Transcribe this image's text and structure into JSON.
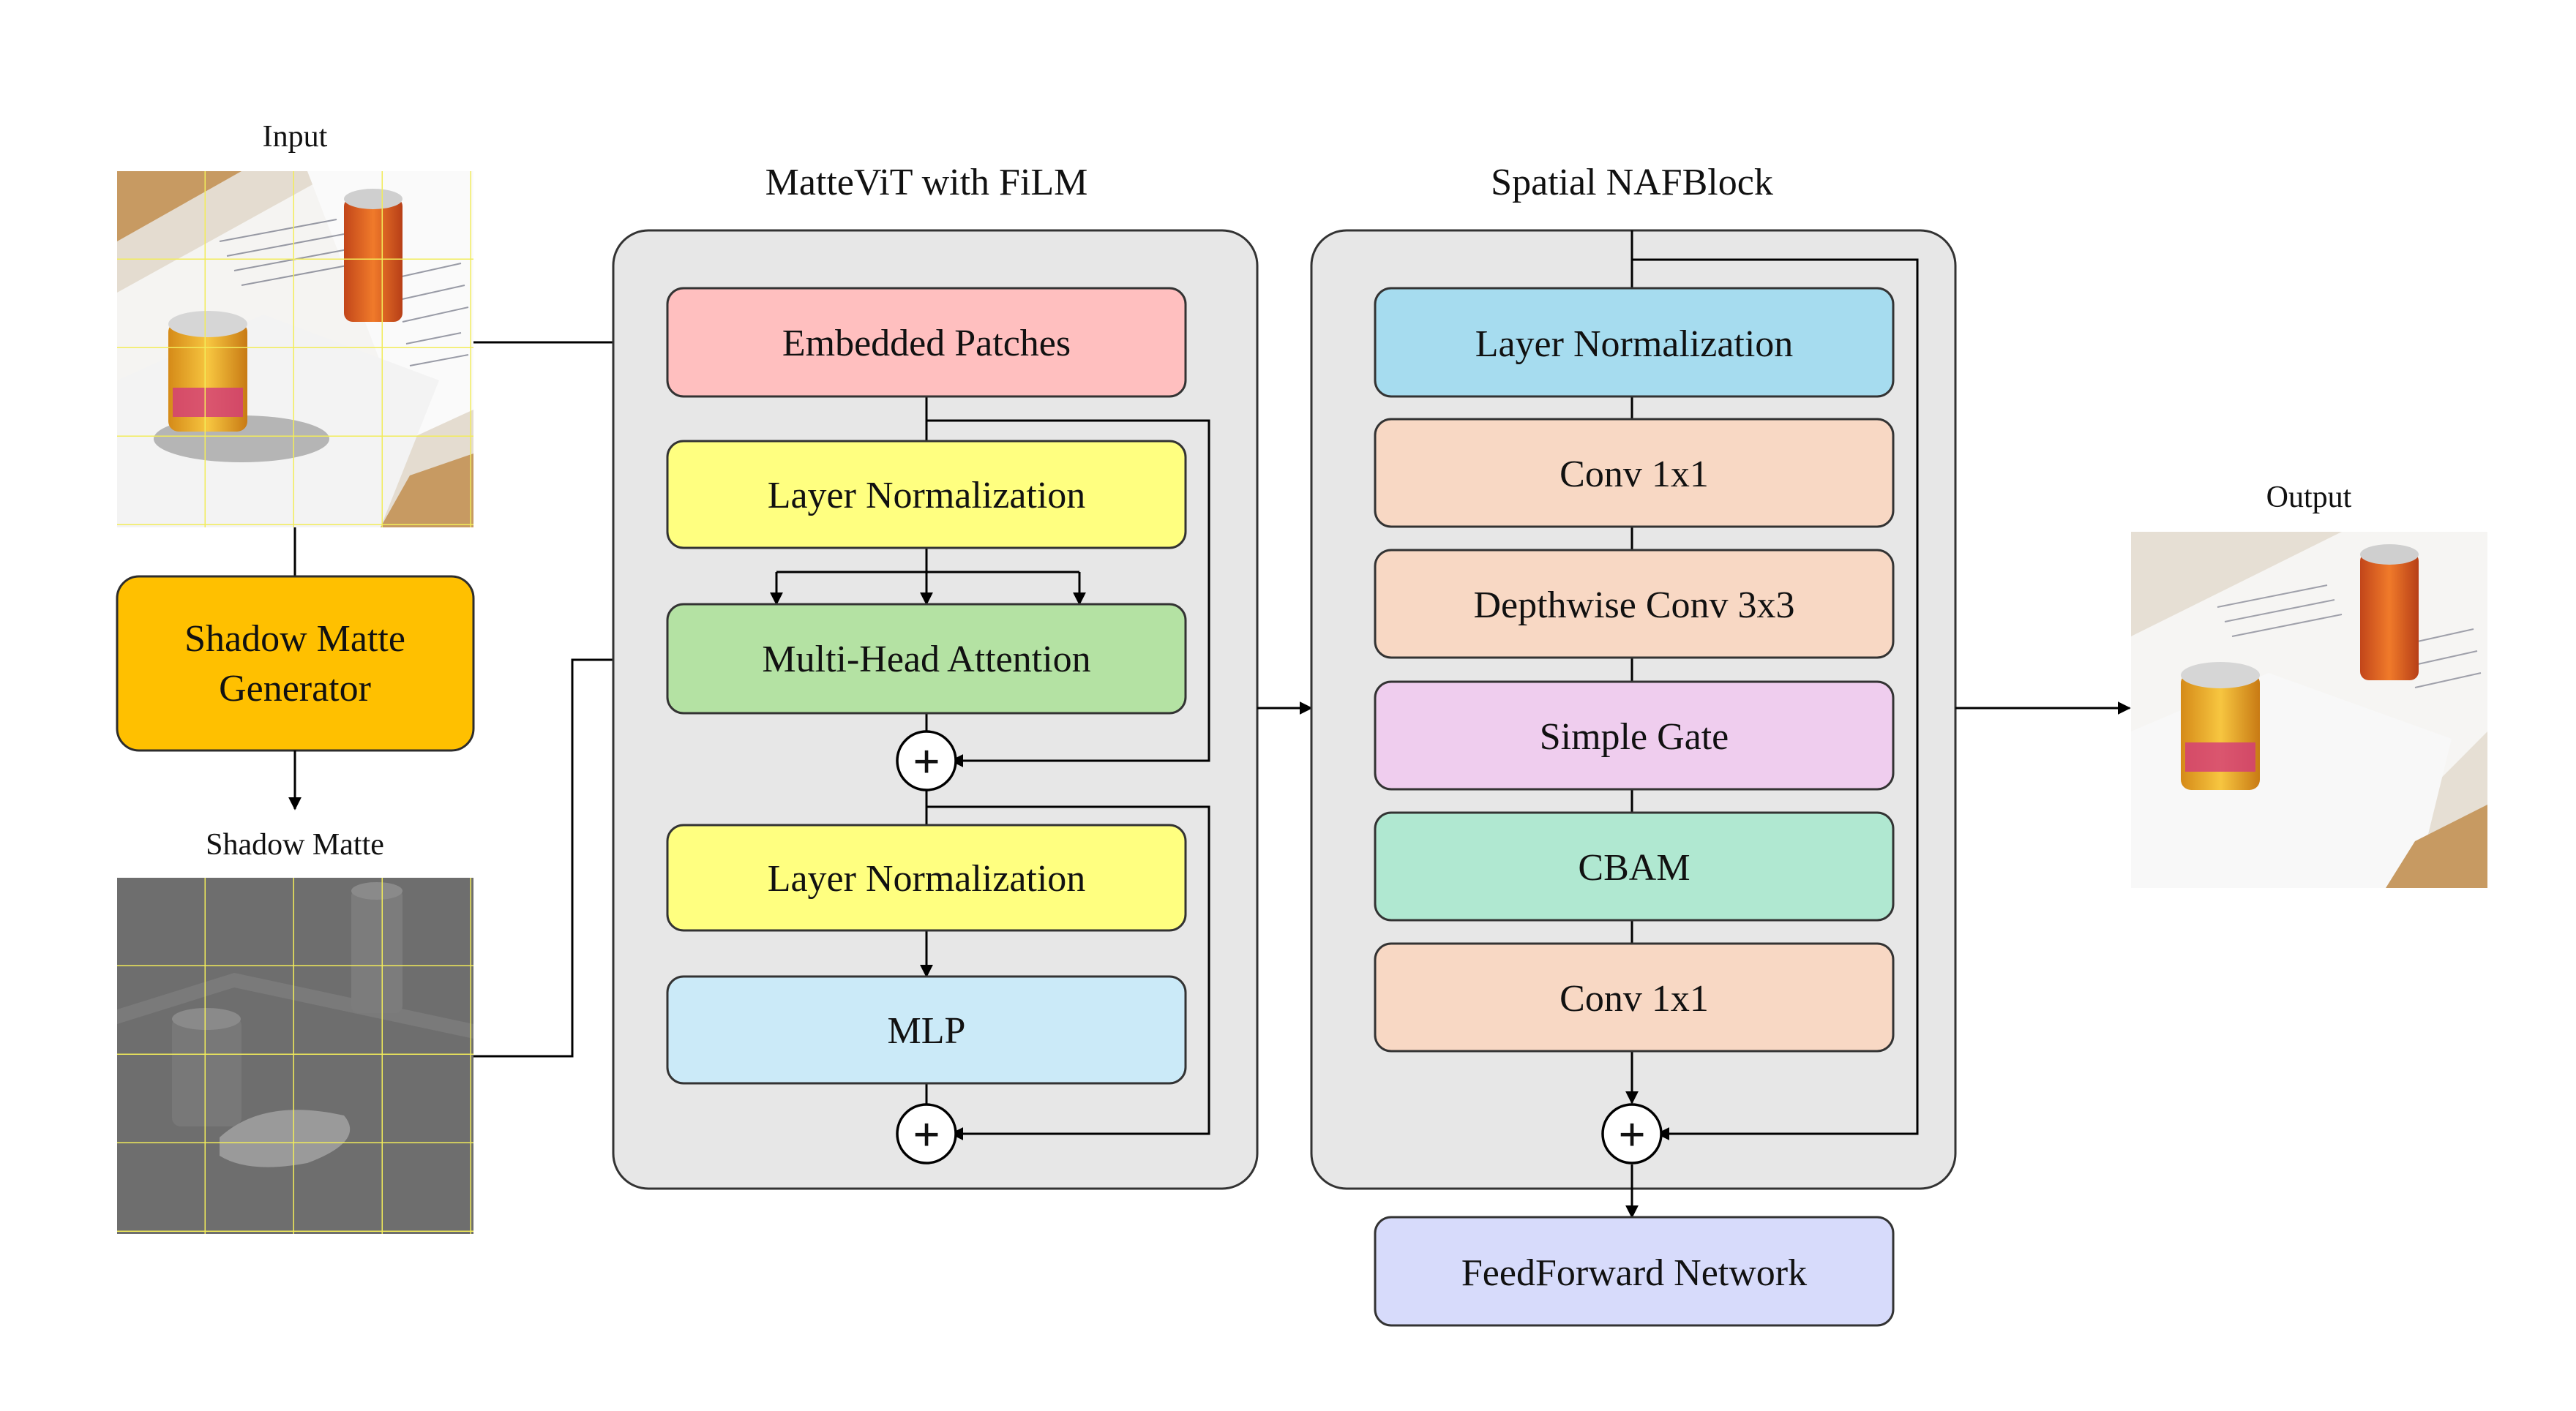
{
  "input_panel": {
    "label": "Input"
  },
  "generator": {
    "line1": "Shadow Matte",
    "line2": "Generator",
    "color": "#FFC000"
  },
  "shadow_matte_panel": {
    "label": "Shadow Matte"
  },
  "vit": {
    "title": "MatteViT with FiLM",
    "blocks": [
      {
        "label": "Embedded Patches",
        "color": "#FFBFBF"
      },
      {
        "label": "Layer Normalization",
        "color": "#FFFF80"
      },
      {
        "label": "Multi-Head Attention",
        "color": "#B4E2A3"
      },
      {
        "label": "Layer Normalization",
        "color": "#FFFF80"
      },
      {
        "label": "MLP",
        "color": "#CBEAF8"
      }
    ],
    "residual_symbol": "+"
  },
  "naf": {
    "title": "Spatial NAFBlock",
    "blocks": [
      {
        "label": "Layer Normalization",
        "color": "#A6DCEF"
      },
      {
        "label": "Conv 1x1",
        "color": "#F8D8C4"
      },
      {
        "label": "Depthwise Conv 3x3",
        "color": "#F8D8C4"
      },
      {
        "label": "Simple Gate",
        "color": "#EFCDEE"
      },
      {
        "label": "CBAM",
        "color": "#B0E8D1"
      },
      {
        "label": "Conv 1x1",
        "color": "#F8D8C4"
      }
    ],
    "residual_symbol": "+"
  },
  "ffn": {
    "label": "FeedForward Network",
    "color": "#D7DBFB"
  },
  "output_panel": {
    "label": "Output"
  }
}
